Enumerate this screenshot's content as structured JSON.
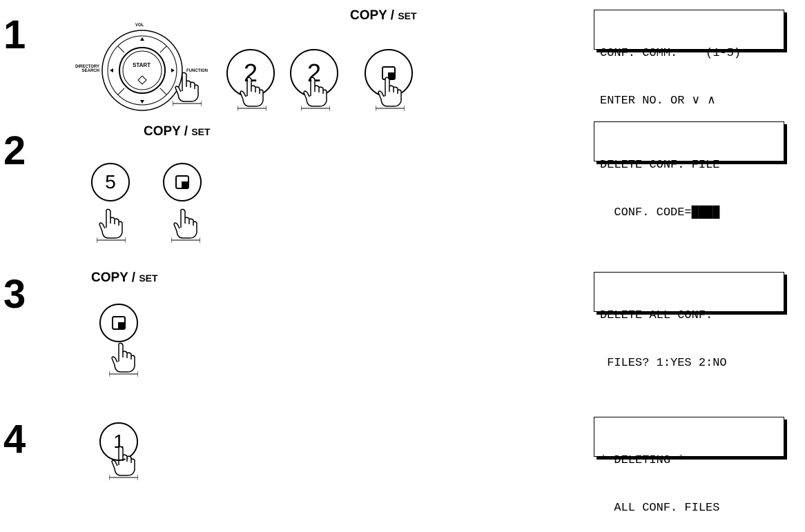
{
  "steps": [
    {
      "number": "1",
      "copy_label": {
        "main": "COPY / ",
        "small": "SET"
      },
      "keys": [
        "2",
        "2"
      ],
      "navpad": {
        "top": "VOL",
        "left_line1": "DIRECTORY",
        "left_line2": "SEARCH",
        "center": "START",
        "right": "FUNCTION"
      },
      "display": [
        "CONF. COMM.    (1-5)",
        "ENTER NO. OR ∨ ∧"
      ]
    },
    {
      "number": "2",
      "copy_label": {
        "main": "COPY / ",
        "small": "SET"
      },
      "keys": [
        "5"
      ],
      "display": [
        "DELETE CONF. FILE",
        "  CONF. CODE=████"
      ]
    },
    {
      "number": "3",
      "copy_label": {
        "main": "COPY / ",
        "small": "SET"
      },
      "keys": [],
      "display": [
        "DELETE ALL CONF.",
        " FILES? 1:YES 2:NO"
      ]
    },
    {
      "number": "4",
      "keys": [
        "1"
      ],
      "display": [
        "* DELETING *",
        "  ALL CONF. FILES"
      ]
    }
  ],
  "icons": {
    "press": "pointing-hand-icon",
    "set": "copy-set-icon"
  }
}
